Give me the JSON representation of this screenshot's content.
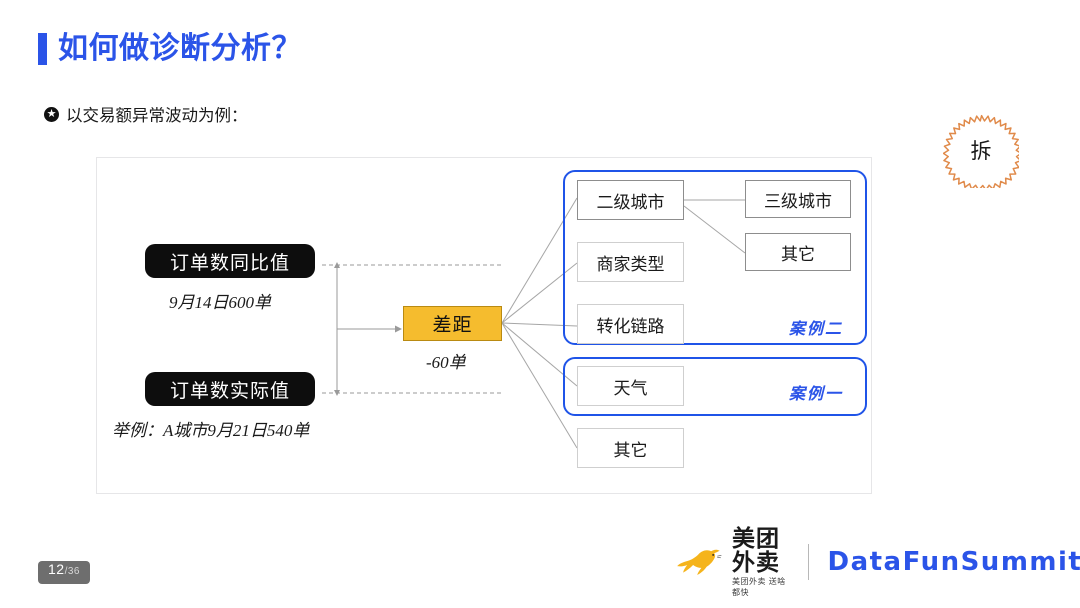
{
  "slide": {
    "title": "如何做诊断分析？",
    "accent_color": "#2b54e8",
    "subtitle": "以交易额异常波动为例：",
    "subtitle_bullet_icon": "star-in-circle-icon"
  },
  "stamp": {
    "text": "拆",
    "color": "#e08a4a",
    "icon": "starburst-seal-icon"
  },
  "diagram": {
    "inputs": [
      {
        "label": "订单数同比值",
        "caption": "9月14日600单"
      },
      {
        "label": "订单数实际值",
        "caption": "举例：A城市9月21日540单"
      }
    ],
    "gap_node": {
      "label": "差距",
      "caption": "-60单",
      "color": "#f5bc2e"
    },
    "group_two": {
      "label": "案例二",
      "items": [
        "二级城市",
        "商家类型",
        "转化链路"
      ],
      "children": [
        "三级城市",
        "其它"
      ]
    },
    "group_one": {
      "label": "案例一",
      "items": [
        "天气"
      ]
    },
    "other_node": "其它"
  },
  "footer": {
    "page_current": "12",
    "page_separator": "/",
    "page_total": "36",
    "brand_cn": "美团外卖",
    "brand_cn_sub": "美团外卖 送啥都快",
    "brand_en": "DataFunSummit",
    "logo_icon": "kangaroo-icon"
  }
}
